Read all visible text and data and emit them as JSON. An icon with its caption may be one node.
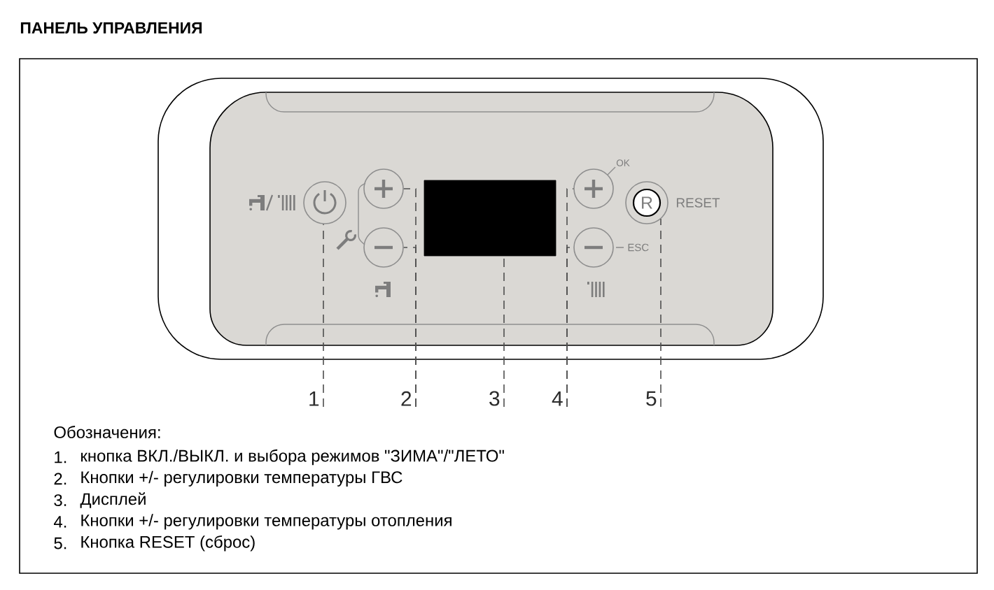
{
  "diagram": {
    "title": "ПАНЕЛЬ УПРАВЛЕНИЯ",
    "nodes": [
      {
        "text": [],
        "shape": "circle"
      },
      {
        "text": [],
        "shape": "circle"
      },
      {
        "text": [],
        "shape": "circle"
      },
      {
        "text": [],
        "shape": "box"
      },
      {
        "text": [],
        "shape": "circle",
        "beside": [
          "OK"
        ]
      },
      {
        "text": [],
        "shape": "circle",
        "beside": [
          "ESC"
        ]
      },
      {
        "text": [
          "R"
        ],
        "beside": [
          "RESET"
        ]
      },
      {
        "text": [
          "1"
        ]
      },
      {
        "text": [
          "2"
        ]
      },
      {
        "text": [
          "3"
        ]
      },
      {
        "text": [
          "4"
        ]
      },
      {
        "text": [
          "5"
        ]
      }
    ],
    "edges": [
      {
        "from": 7,
        "to": 0,
        "arrow": "none",
        "style": "dashed"
      },
      {
        "from": 8,
        "to": 1,
        "arrow": "none",
        "style": "dashed"
      },
      {
        "from": 8,
        "to": 2,
        "arrow": "none",
        "style": "dashed"
      },
      {
        "from": 9,
        "to": 3,
        "arrow": "none",
        "style": "dashed"
      },
      {
        "from": 10,
        "to": 4,
        "arrow": "none",
        "style": "dashed"
      },
      {
        "from": 10,
        "to": 5,
        "arrow": "none",
        "style": "dashed"
      },
      {
        "from": 11,
        "to": 6,
        "arrow": "none",
        "style": "dashed"
      }
    ],
    "labels": [
      "Обозначения:",
      "1.",
      "кнопка ВКЛ./ВЫКЛ. и выбора режимов \"ЗИМА\"/\"ЛЕТО\"",
      "2.",
      "Кнопки +/- регулировки температуры ГВС",
      "3.",
      "Дисплей",
      "4.",
      "Кнопки +/- регулировки температуры отопления",
      "5.",
      "Кнопка RESET (сброс)"
    ]
  }
}
